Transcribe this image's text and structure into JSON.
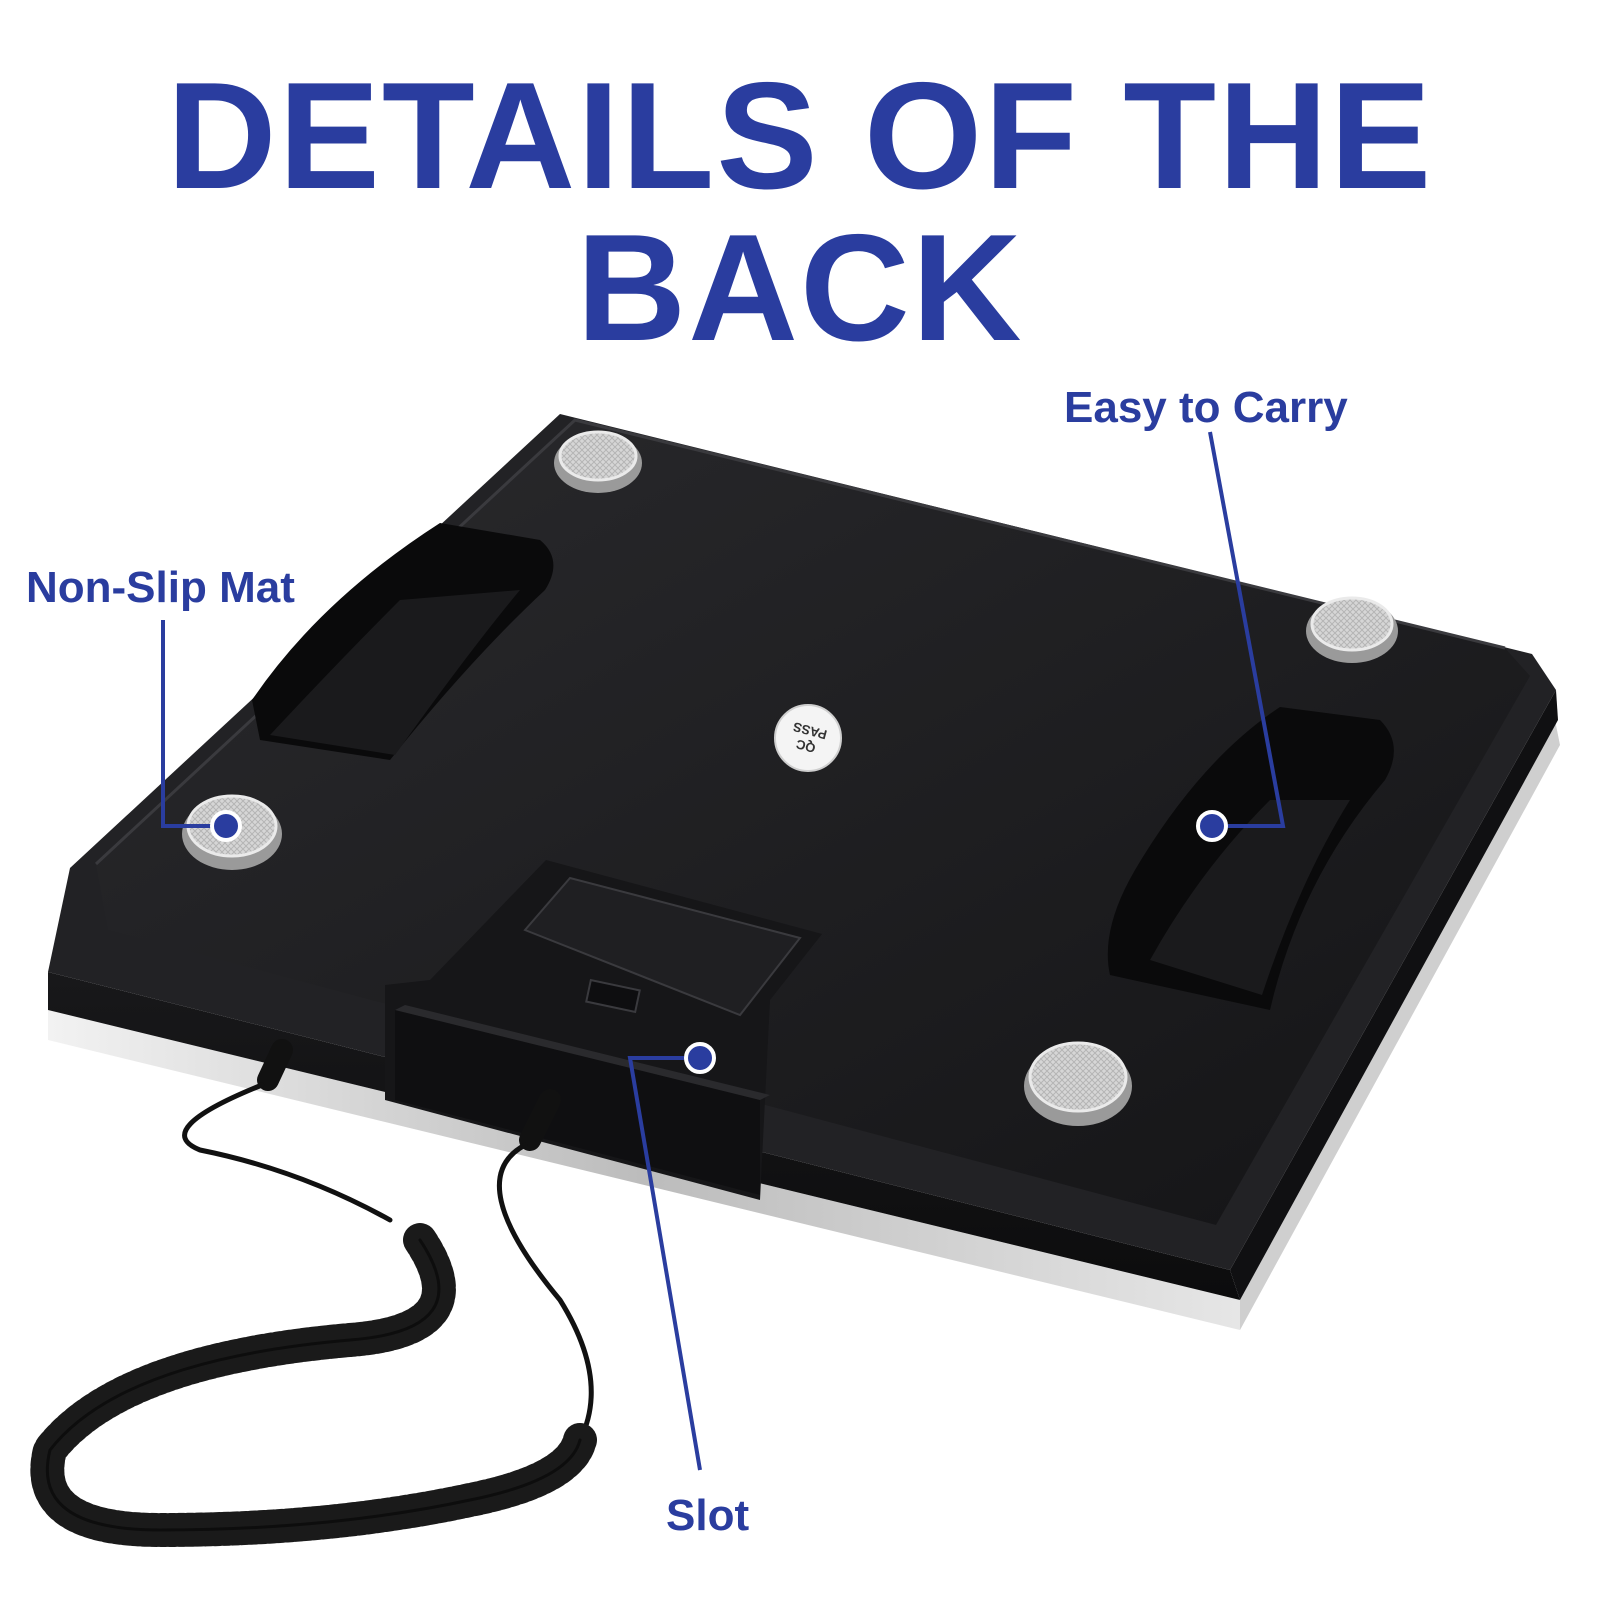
{
  "headline": "DETAILS OF THE BACK",
  "callouts": {
    "non_slip_mat": "Non-Slip Mat",
    "easy_to_carry": "Easy to Carry",
    "slot": "Slot"
  },
  "sticker": {
    "line1": "QC",
    "line2": "PASS"
  },
  "colors": {
    "accent": "#2a3d9f",
    "body": "#1c1c1e",
    "body_edge": "#2b2b2e",
    "feet": "#d4d4d4",
    "platform": "#dcdcdc"
  }
}
